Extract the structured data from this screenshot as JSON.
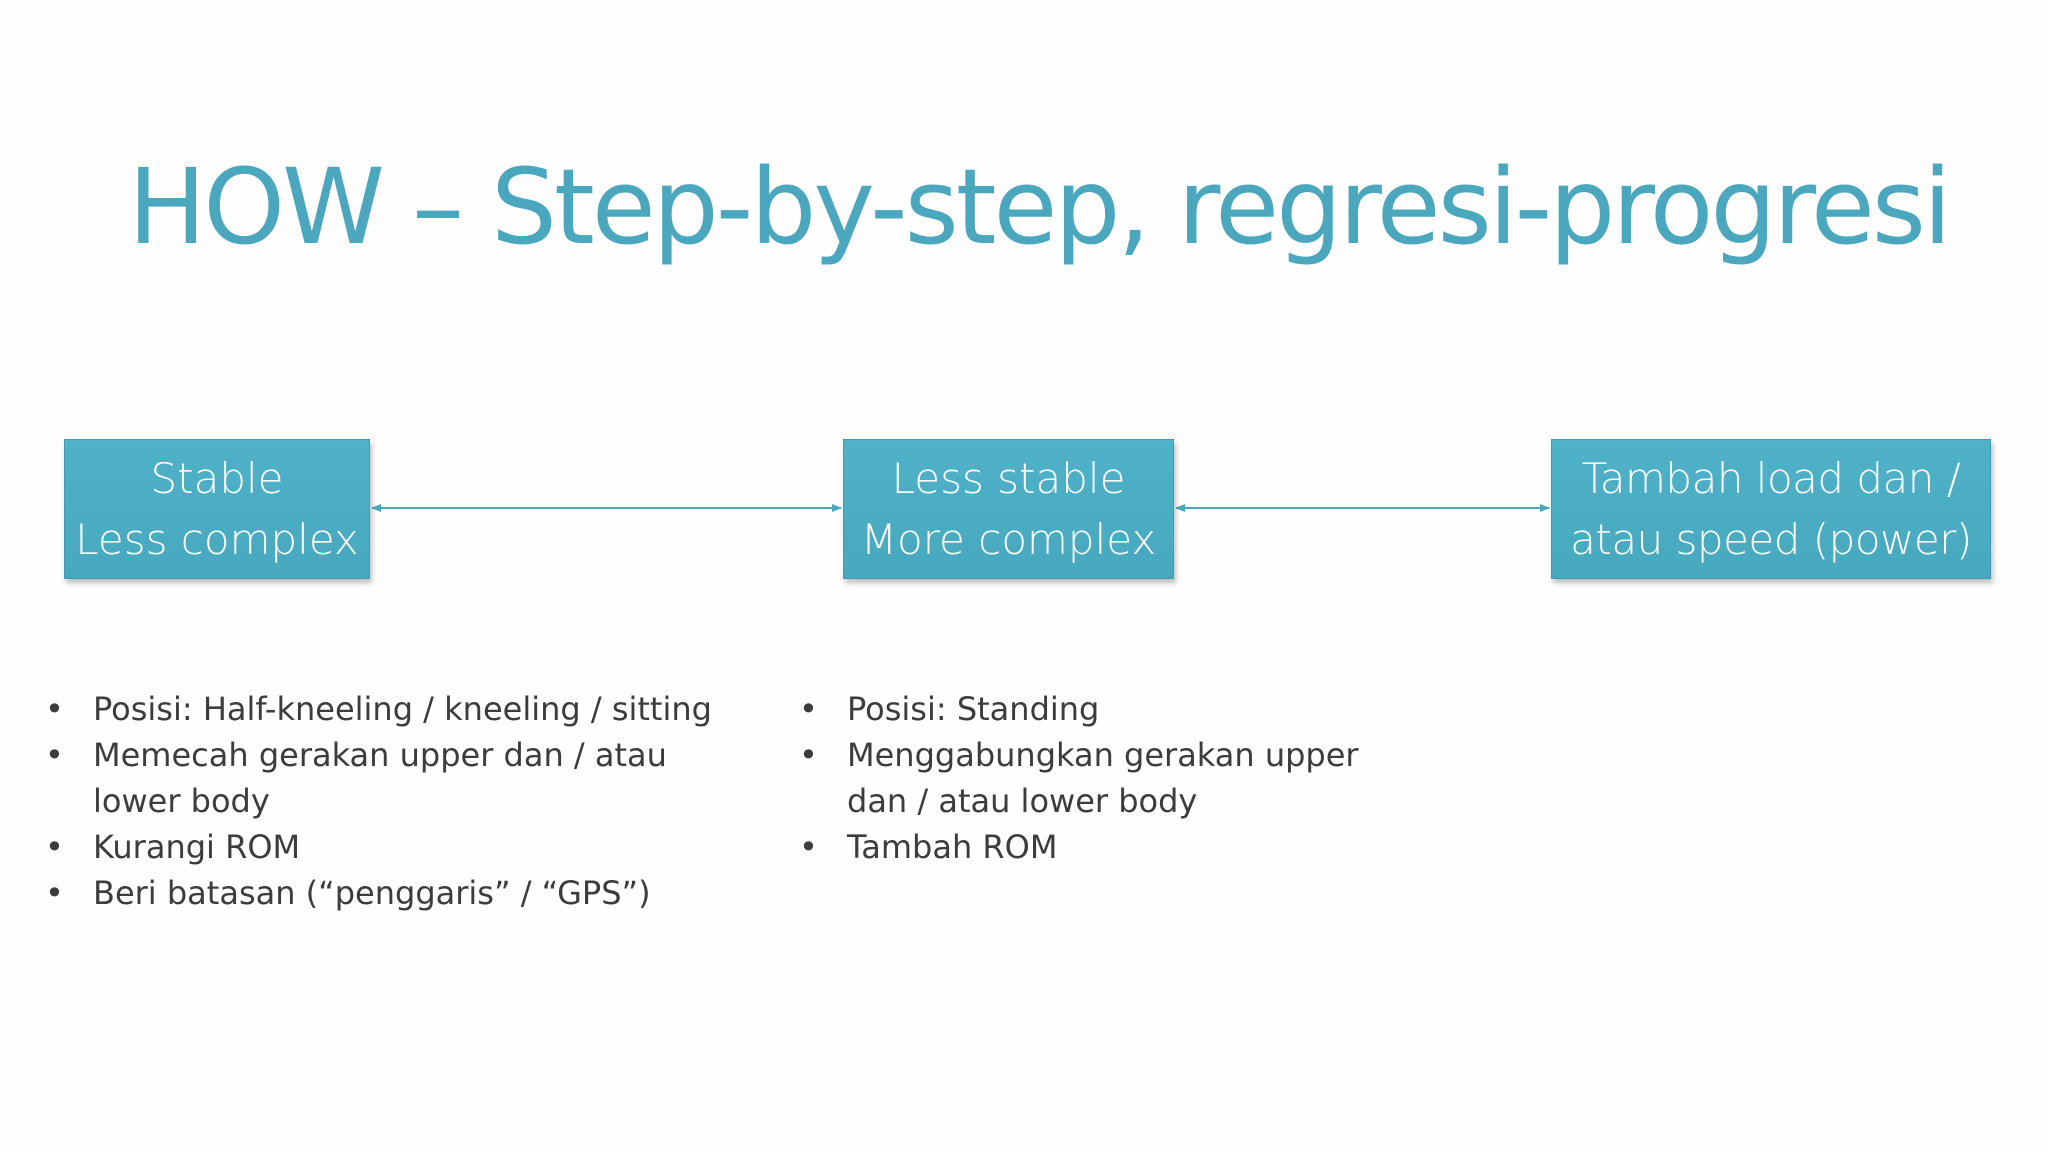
{
  "title": "HOW – Step-by-step, regresi-progresi",
  "colors": {
    "accent": "#4aa7bd",
    "box_fill": "#4bacc6",
    "text": "#3c3c3c"
  },
  "steps": [
    {
      "line1": "Stable",
      "line2": "Less complex"
    },
    {
      "line1": "Less stable",
      "line2": "More complex"
    },
    {
      "line1": "Tambah load dan /",
      "line2": "atau speed (power)"
    }
  ],
  "left_bullets": {
    "bullet": "•",
    "items": [
      "Posisi: Half-kneeling / kneeling / sitting",
      "Memecah gerakan upper dan /  atau lower body",
      "Kurangi ROM",
      "Beri batasan (“penggaris” / “GPS”)"
    ]
  },
  "right_bullets": {
    "bullet": "•",
    "items": [
      "Posisi: Standing",
      "Menggabungkan gerakan upper dan /  atau lower body",
      "Tambah ROM"
    ]
  }
}
